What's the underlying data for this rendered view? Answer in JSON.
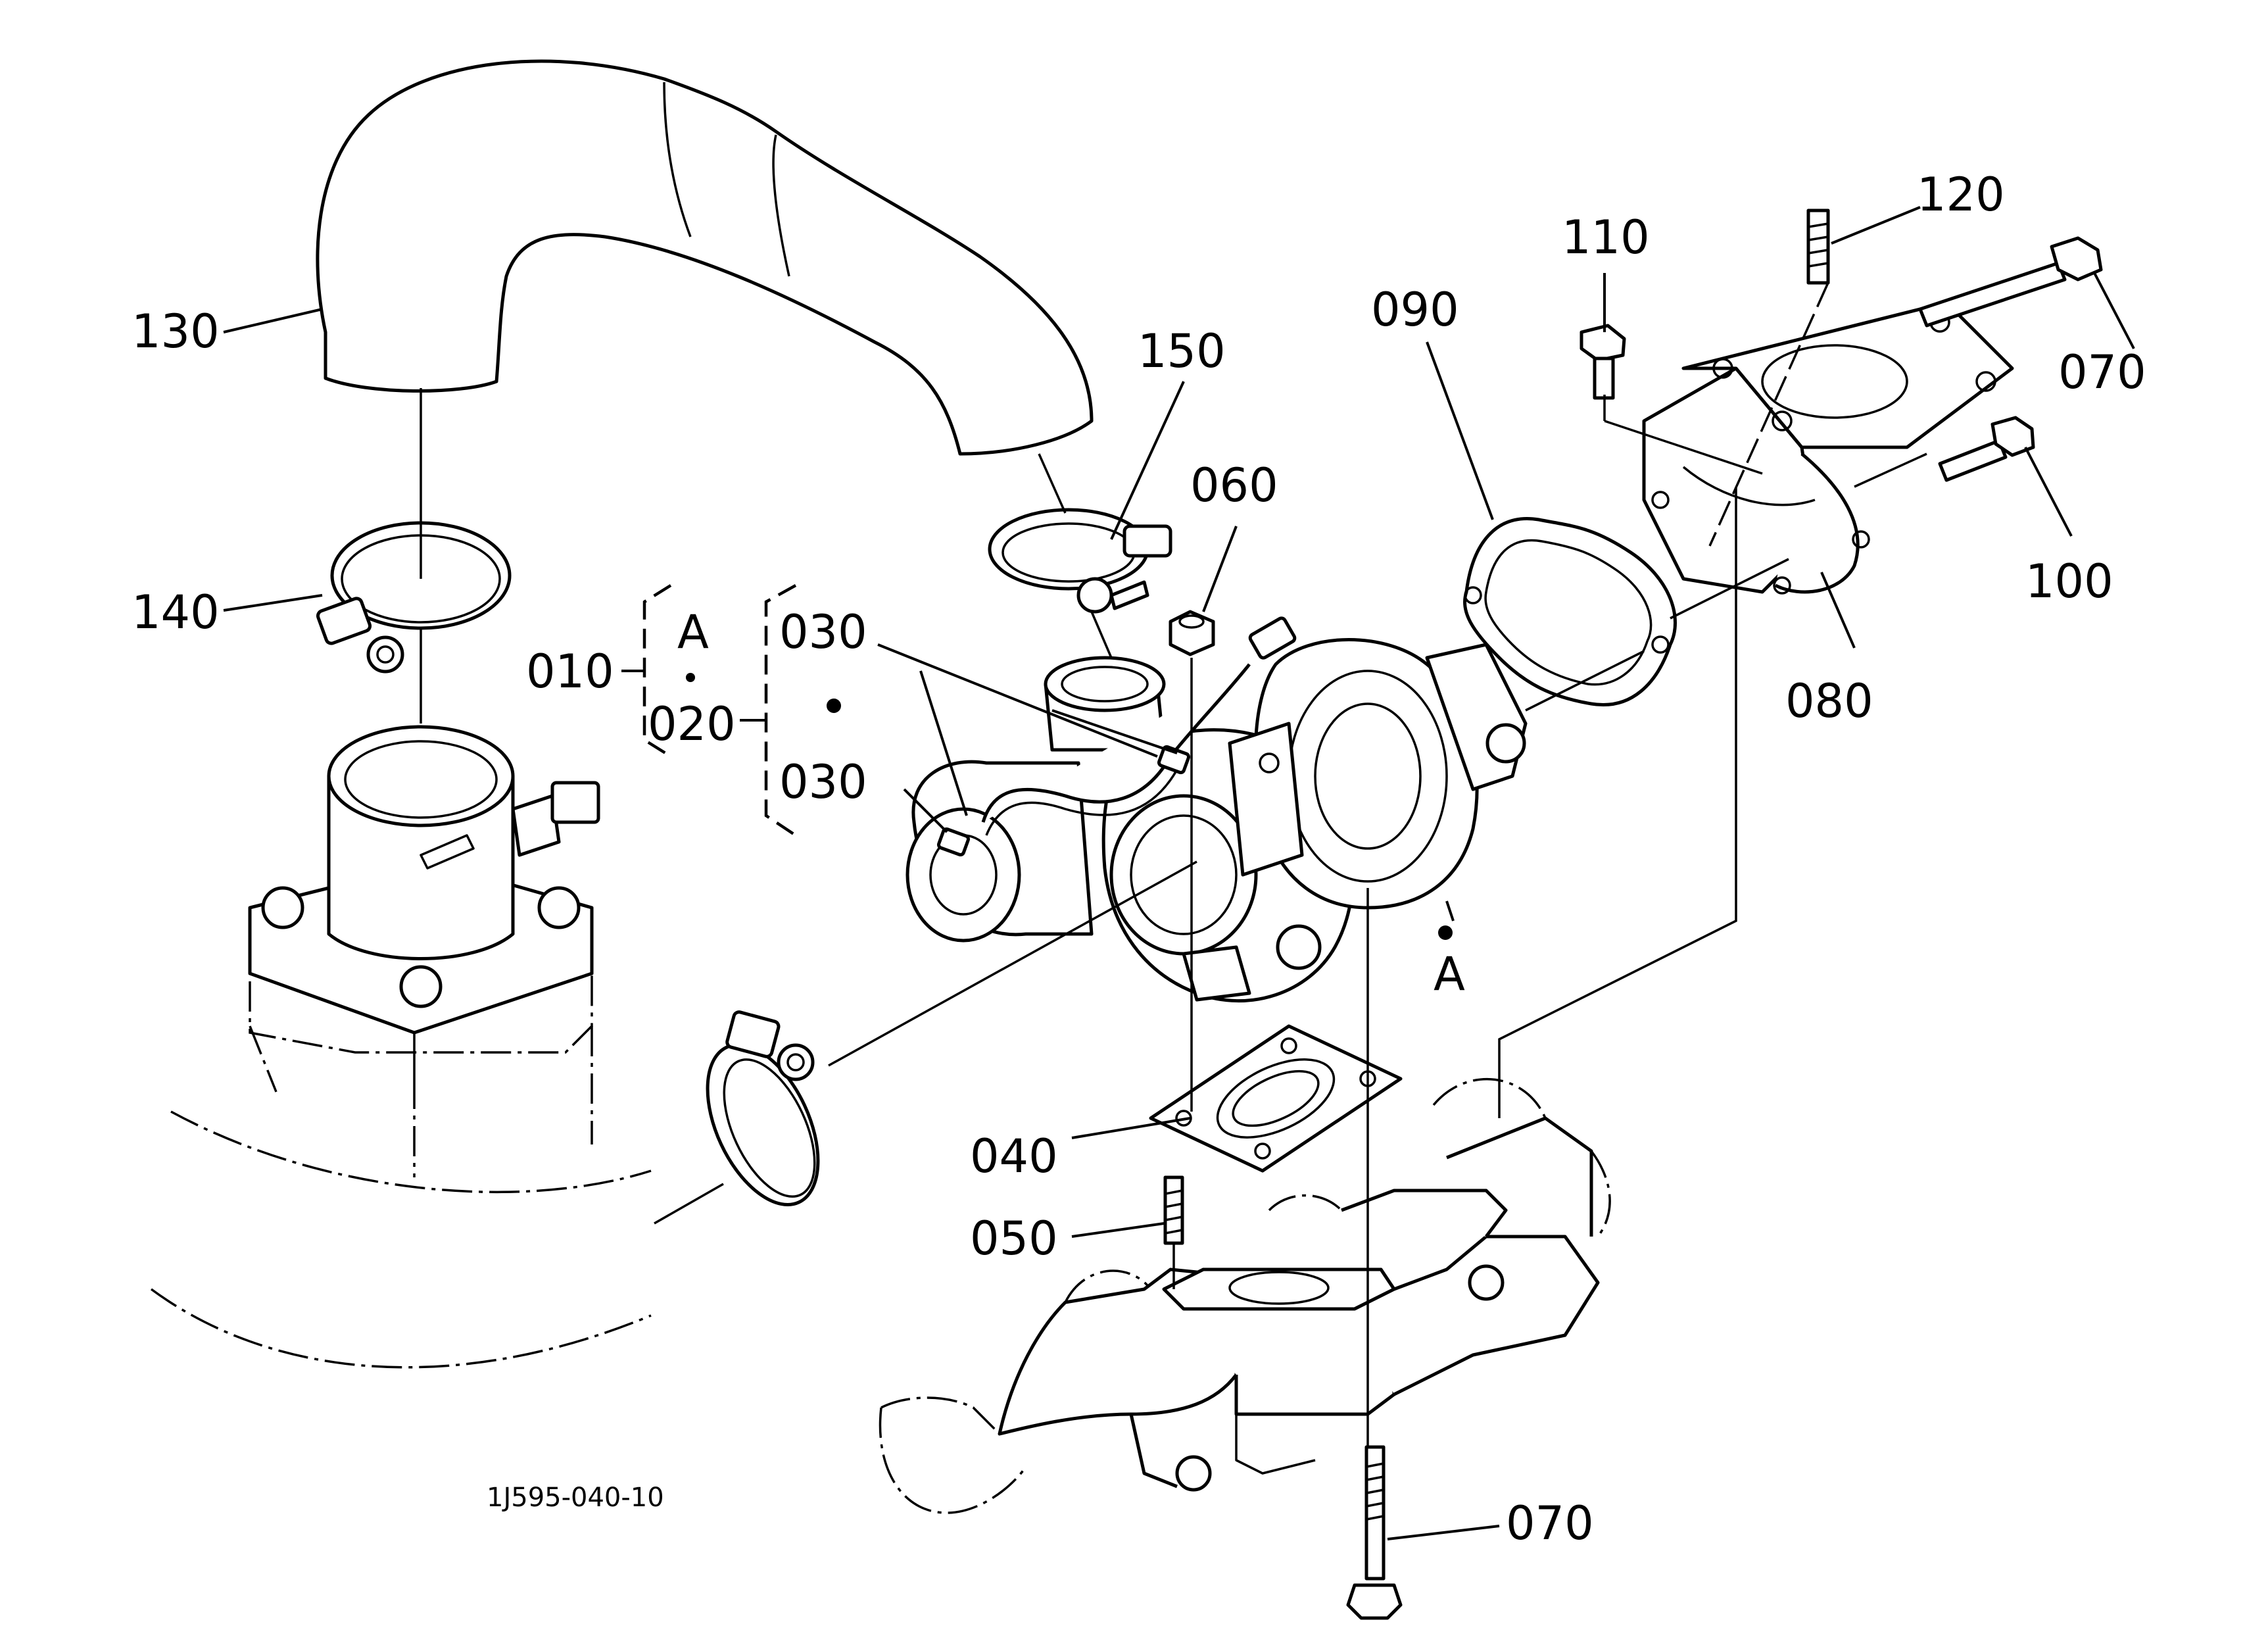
{
  "figure_code": "1J595-040-10",
  "callouts": {
    "c010": "010",
    "c020": "020",
    "c030_upper": "030",
    "c030_lower": "030",
    "c040": "040",
    "c050": "050",
    "c060": "060",
    "c070_top": "070",
    "c070_bottom": "070",
    "c080": "080",
    "c090": "090",
    "c100": "100",
    "c110": "110",
    "c120": "120",
    "c130": "130",
    "c140": "140",
    "c150": "150"
  },
  "assembly_marks": {
    "group_a_label": "A",
    "turbo_a_label": "A"
  }
}
